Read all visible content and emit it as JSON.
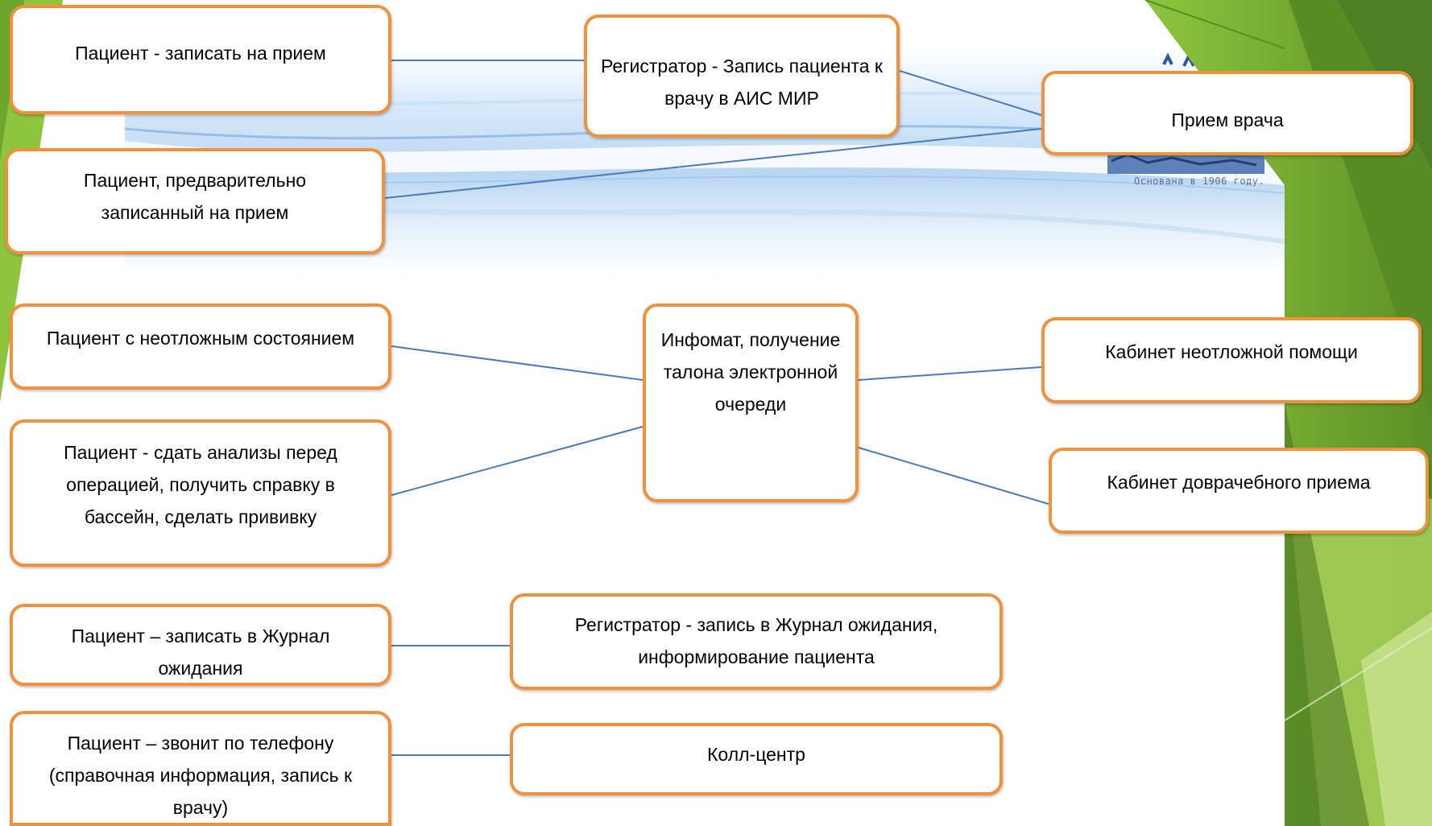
{
  "nodes": {
    "patient_book": "Пациент - записать на прием",
    "registrar_ais": "Регистратор -  Запись пациента к врачу в АИС МИР",
    "doctor_visit": "Прием врача",
    "patient_prebooked": "Пациент, предварительно записанный на прием",
    "patient_urgent": "Пациент с неотложным состоянием",
    "infomat": "Инфомат, получение талона электронной очереди",
    "urgent_office": "Кабинет неотложной помощи",
    "patient_tests": "Пациент - сдать анализы перед операцией, получить справку в бассейн, сделать прививку",
    "prephysician_office": "Кабинет доврачебного приема",
    "patient_waitlist": "Пациент – записать в Журнал ожидания",
    "registrar_waitlist": "Регистратор - запись в Журнал ожидания, информирование пациента",
    "patient_phone": "Пациент – звонит по телефону (справочная информация, запись к врачу)",
    "call_center": "Колл-центр"
  },
  "logo_caption": "Основана в 1906 году.",
  "colors": {
    "box_border": "#f0913d",
    "connector": "#4a7ab8",
    "accent_green": "#7cb23a",
    "dark_green": "#4f7f22",
    "sky_blue": "#cfe3f7"
  }
}
